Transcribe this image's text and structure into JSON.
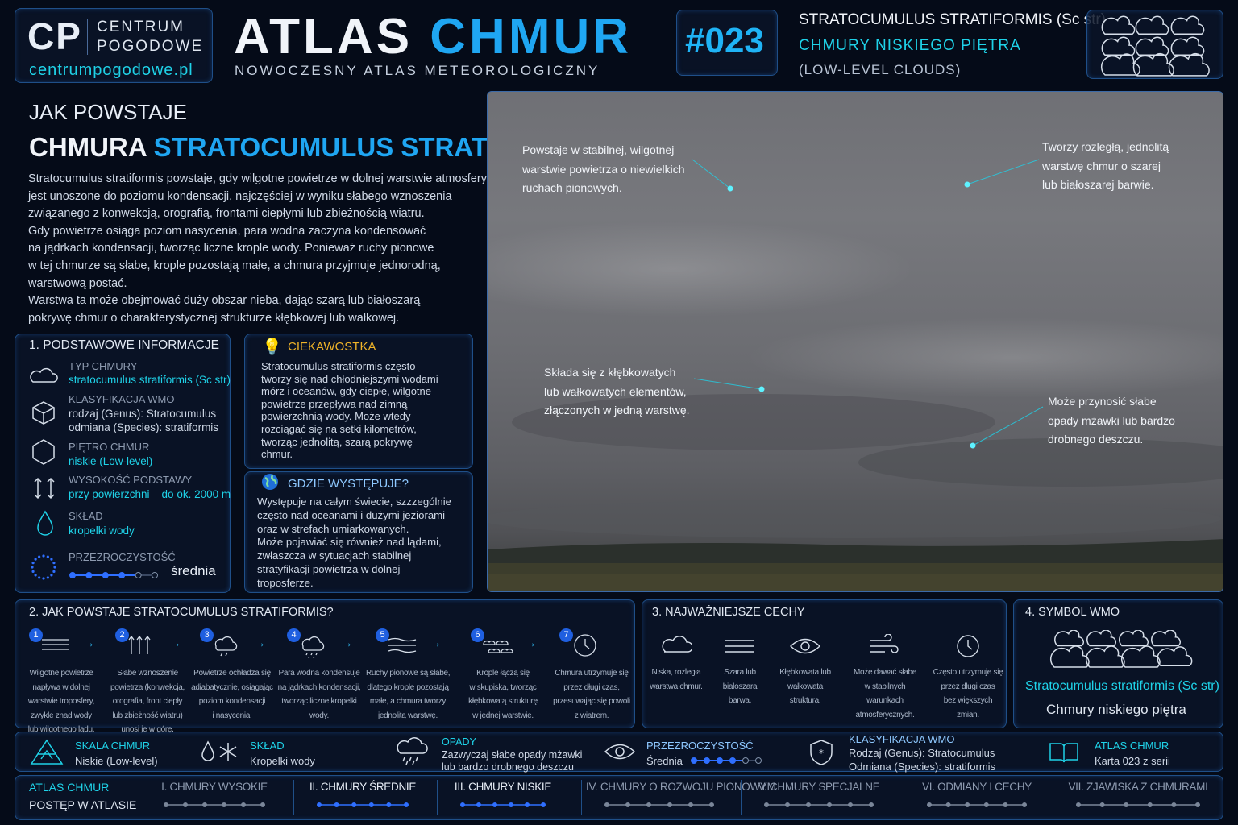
{
  "header": {
    "logo_mark": "CP",
    "logo_line1": "CENTRUM",
    "logo_line2": "POGODOWE",
    "logo_url": "centrumpogodowe.pl",
    "title_a": "ATLAS",
    "title_b": "CHMUR",
    "subtitle": "NOWOCZESNY ATLAS METEOROLOGICZNY",
    "number": "#023",
    "cloud_name": "STRATOCUMULUS STRATIFORMIS (Sc str)",
    "category": "CHMURY NISKIEGO PIĘTRA",
    "category_en": "(LOW-LEVEL CLOUDS)"
  },
  "intro": {
    "heading1": "JAK POWSTAJE",
    "heading2a": "CHMURA",
    "heading2b": "STRATOCUMULUS STRATIFORMIS?",
    "lines": [
      "Stratocumulus stratiformis powstaje, gdy wilgotne powietrze w dolnej warstwie atmosfery",
      "jest unoszone do poziomu kondensacji, najczęściej w wyniku słabego wznoszenia",
      "związanego z konwekcją, orografią, frontami ciepłymi lub zbieżnością wiatru.",
      "Gdy powietrze osiąga poziom nasycenia, para wodna zaczyna kondensować",
      "na jądrkach kondensacji, tworząc liczne krople wody. Ponieważ ruchy pionowe",
      "w tej chmurze są słabe, krople pozostają małe, a chmura przyjmuje jednorodną,",
      "warstwową postać.",
      "Warstwa ta może obejmować duży obszar nieba, dając szarą lub białoszarą",
      "pokrywę chmur o charakterystycznej strukturze kłębkowej lub wałkowej."
    ]
  },
  "basic": {
    "title": "1. PODSTAWOWE INFORMACJE",
    "type_label": "TYP CHMURY",
    "type_value": "stratocumulus stratiformis (Sc str)",
    "class_label": "KLASYFIKACJA WMO",
    "class_v1": "rodzaj (Genus): Stratocumulus",
    "class_v2": "odmiana (Species): stratiformis",
    "level_label": "PIĘTRO CHMUR",
    "level_value": "niskie (Low-level)",
    "height_label": "WYSOKOŚĆ PODSTAWY",
    "height_value": "przy powierzchni – do ok. 2000 m",
    "comp_label": "SKŁAD",
    "comp_value": "kropelki wody",
    "trans_label": "PRZEZROCZYSTOŚĆ",
    "trans_value": "średnia",
    "trans_level": 0.8
  },
  "fact": {
    "title": "CIEKAWOSTKA",
    "lines": [
      "Stratocumulus stratiformis często",
      "tworzy się nad chłodniejszymi wodami",
      "mórz i oceanów, gdy ciepłe, wilgotne",
      "powietrze przepływa nad zimną",
      "powierzchnią wody. Może wtedy",
      "rozciągać się na setki kilometrów,",
      "tworząc jednolitą, szarą pokrywę",
      "chmur."
    ]
  },
  "where": {
    "title": "GDZIE WYSTĘPUJE?",
    "lines": [
      "Występuje na całym świecie, szzzególnie",
      "często nad oceanami i dużymi jeziorami",
      "oraz w strefach umiarkowanych.",
      "Może pojawiać się również nad lądami,",
      "zwłaszcza w sytuacjach stabilnej",
      "stratyfikacji powietrza w dolnej",
      "troposferze."
    ]
  },
  "photo": {
    "callouts": [
      [
        "Powstaje w stabilnej, wilgotnej",
        "warstwie powietrza o niewielkich",
        "ruchach pionowych."
      ],
      [
        "Tworzy rozległą, jednolitą",
        "warstwę chmur o szarej",
        "lub białoszarej barwie."
      ],
      [
        "Składa się z kłębkowatych",
        "lub wałkowatych elementów,",
        "złączonych w jedną warstwę."
      ],
      [
        "Może przynosić słabe",
        "opady mżawki lub bardzo",
        "drobnego deszczu."
      ]
    ]
  },
  "process": {
    "title": "2. JAK POWSTAJE STRATOCUMULUS STRATIFORMIS?",
    "steps": [
      {
        "n": "1",
        "lines": [
          "Wilgotne powietrze",
          "napływa w dolnej",
          "warstwie troposfery,",
          "zwykle znad wody",
          "lub wilgotnego lądu."
        ]
      },
      {
        "n": "2",
        "lines": [
          "Słabe wznoszenie",
          "powietrza (konwekcja,",
          "orografia, front ciepły",
          "lub zbieżność wiatru)",
          "unosi je w górę."
        ]
      },
      {
        "n": "3",
        "lines": [
          "Powietrze ochładza się",
          "adiabatycznie, osiągając",
          "poziom kondensacji",
          "i nasycenia."
        ]
      },
      {
        "n": "4",
        "lines": [
          "Para wodna kondensuje",
          "na jądrkach kondensacji,",
          "tworząc liczne kropelki",
          "wody."
        ]
      },
      {
        "n": "5",
        "lines": [
          "Ruchy pionowe są słabe,",
          "dlatego krople pozostają",
          "małe, a chmura tworzy",
          "jednolitą warstwę."
        ]
      },
      {
        "n": "6",
        "lines": [
          "Krople łączą się",
          "w skupiska, tworząc",
          "kłębkowatą strukturę",
          "w jednej warstwie."
        ]
      },
      {
        "n": "7",
        "lines": [
          "Chmura utrzymuje się",
          "przez długi czas,",
          "przesuwając się powoli",
          "z wiatrem."
        ]
      }
    ]
  },
  "features": {
    "title": "3. NAJWAŻNIEJSZE CECHY",
    "items": [
      [
        "Niska, rozległa",
        "warstwa chmur."
      ],
      [
        "Szara lub",
        "białoszara",
        "barwa."
      ],
      [
        "Kłębkowata lub",
        "wałkowata",
        "struktura."
      ],
      [
        "Może dawać słabe",
        "w stabilnych",
        "warunkach",
        "atmosferycznych."
      ],
      [
        "Często utrzymuje się",
        "przez długi czas",
        "bez większych",
        "zmian."
      ]
    ]
  },
  "symbol": {
    "title": "4. SYMBOL WMO",
    "name": "Stratocumulus stratiformis (Sc str)",
    "desc": "Chmury niskiego piętra"
  },
  "bottom": {
    "scale_label": "SKALA CHMUR",
    "scale_value": "Niskie (Low-level)",
    "comp_label": "SKŁAD",
    "comp_value": "Kropelki wody",
    "precip_label": "OPADY",
    "precip_v1": "Zazwyczaj słabe opady mżawki",
    "precip_v2": "lub bardzo drobnego deszczu",
    "trans_label": "PRZEZROCZYSTOŚĆ",
    "trans_value": "Średnia",
    "wmo_label": "KLASYFIKACJA WMO",
    "wmo_v1": "Rodzaj (Genus): Stratocumulus",
    "wmo_v2": "Odmiana (Species): stratiformis",
    "atlas_label": "ATLAS CHMUR",
    "atlas_value": "Karta 023 z serii"
  },
  "progress": {
    "label1": "ATLAS CHMUR",
    "label2": "POSTĘP W ATLASIE",
    "sections": [
      {
        "name": "I. CHMURY WYSOKIE",
        "active": false
      },
      {
        "name": "II. CHMURY ŚREDNIE",
        "active": true
      },
      {
        "name": "III. CHMURY NISKIE",
        "active": true
      },
      {
        "name": "IV. CHMURY O ROZWOJU PIONOWYM",
        "active": false
      },
      {
        "name": "V. CHMURY SPECJALNE",
        "active": false
      },
      {
        "name": "VI. ODMIANY I CECHY",
        "active": false
      },
      {
        "name": "VII. ZJAWISKA Z CHMURAMI",
        "active": false
      }
    ]
  }
}
